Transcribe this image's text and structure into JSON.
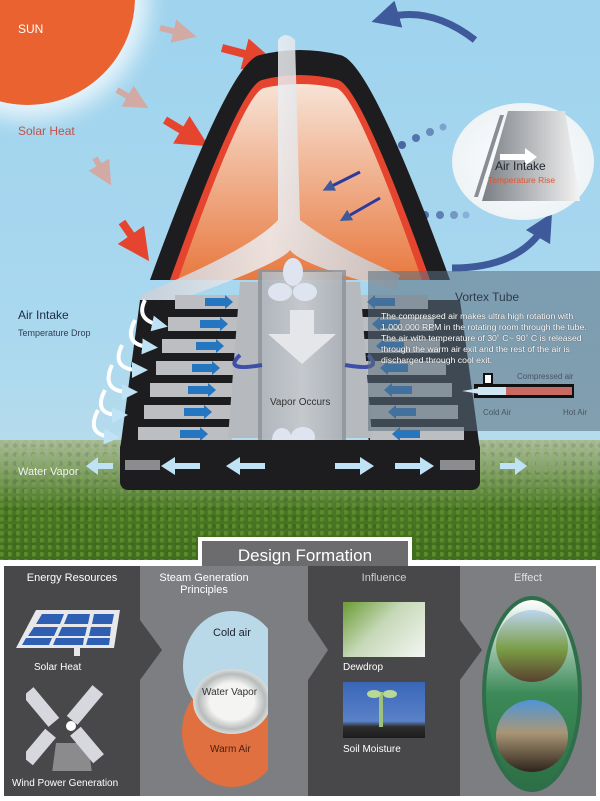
{
  "diagram": {
    "top": {
      "sun_label": "SUN",
      "solar_heat_label": "Solar Heat",
      "air_intake_left": {
        "title": "Air Intake",
        "subtitle": "Temperature Drop"
      },
      "air_intake_inset": {
        "title": "Air Intake",
        "subtitle": "Temperature Rise"
      },
      "vapor_occurs_label": "Vapor Occurs",
      "water_vapor_label": "Water Vapor",
      "vortex_tube": {
        "title": "Vortex Tube",
        "description": "The compressed air makes ultra high rotation with 1,000,000 RPM in the rotating room through the tube. The air with temperature of 30˚ C~ 90˚ C is released through the warm air exit and the rest of the air is discharged through cool exit.",
        "labels": {
          "compressed": "Compressed air",
          "cold": "Cold Air",
          "hot": "Hot Air"
        }
      }
    },
    "design_formation": {
      "title": "Design Formation",
      "columns": [
        {
          "header": "Energy Resources",
          "items": [
            "Solar Heat",
            "Wind Power Generation"
          ]
        },
        {
          "header": "Steam Generation Principles",
          "items": [
            "Cold air",
            "Water Vapor",
            "Warm Air"
          ]
        },
        {
          "header": "Influence",
          "items": [
            "Dewdrop",
            "Soil Moisture"
          ]
        },
        {
          "header": "Effect",
          "items": []
        }
      ]
    },
    "colors": {
      "sky": "#a9d8ef",
      "sun": "#e9622f",
      "heat_arrow": "#e5452f",
      "flow_arrow": "#3f5a9a",
      "dark_panel": "#4a4a4d",
      "light_panel": "#7d7e82",
      "warm_air": "#e0703f",
      "cold_air": "#b9d9e8",
      "effect_border": "#2f6e4a"
    }
  }
}
